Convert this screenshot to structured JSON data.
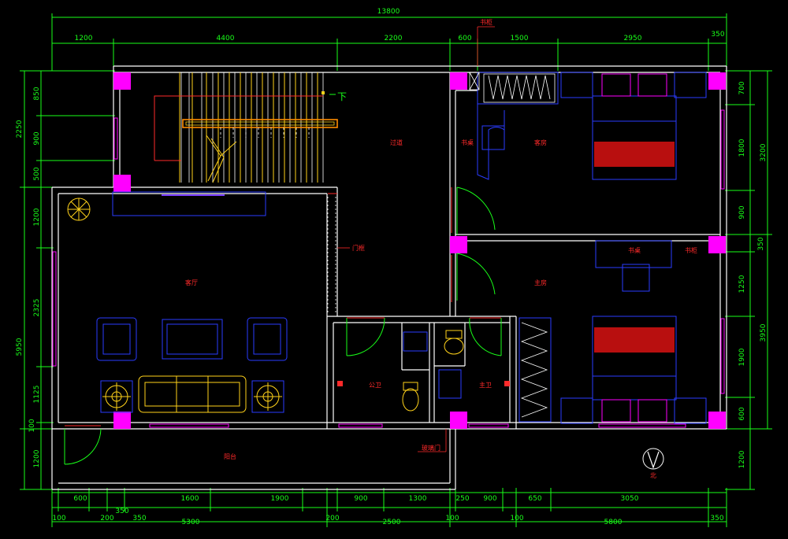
{
  "dimensions": {
    "total_top": "13800",
    "top": [
      "1200",
      "4400",
      "2200",
      "600",
      "1500",
      "2950",
      "350"
    ],
    "bottom_row1": [
      "600",
      "1600",
      "1900",
      "900",
      "1300",
      "250",
      "900",
      "650",
      "3050"
    ],
    "bottom_row2": [
      "100",
      "200",
      "350",
      "350",
      "200",
      "100",
      "100",
      "350"
    ],
    "bottom_row3": [
      "5300",
      "2500",
      "5800"
    ],
    "left_inner": [
      "850",
      "900",
      "500",
      "1200",
      "2325",
      "1125",
      "100",
      "1200"
    ],
    "left_outer": [
      "2250",
      "5950"
    ],
    "right_inner": [
      "700",
      "1800",
      "900",
      "350",
      "1250",
      "1900",
      "600",
      "1200"
    ],
    "right_outer": [
      "3200",
      "3950"
    ]
  },
  "labels": {
    "stair_down": "下",
    "hall": "过道",
    "study_desk_1": "书桌",
    "bookshelf_1": "书柜",
    "guest_room": "客房",
    "living_room": "客厅",
    "door_frame": "门框",
    "study_desk_2": "书桌",
    "bookshelf_2": "书柜",
    "master_room": "主房",
    "public_bath": "公卫",
    "master_bath": "主卫",
    "terrace": "阳台",
    "glass_door": "玻璃门",
    "north": "北"
  },
  "colors": {
    "wall": "#ffffff",
    "dimension": "#19ff19",
    "column": "#ff00ff",
    "room_text": "#ff2a2a",
    "furniture": "#2a3cff",
    "fixture": "#ffd21a"
  }
}
